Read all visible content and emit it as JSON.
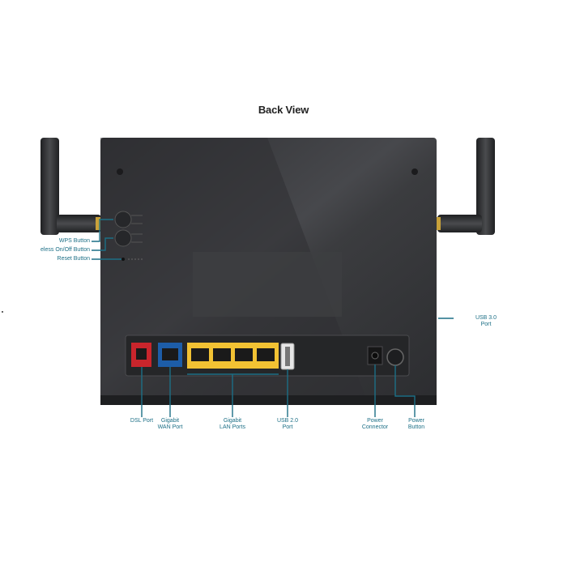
{
  "diagram": {
    "title": "Back View",
    "labels": {
      "wps": "WPS Button",
      "wireless": "eless On/Off Button",
      "reset": "Reset Button",
      "usb3_line1": "USB 3.0",
      "usb3_line2": "Port",
      "dsl_line1": "DSL Port",
      "wan_line1": "Gigabit",
      "wan_line2": "WAN Port",
      "lan_line1": "Gigabit",
      "lan_line2": "LAN Ports",
      "usb2_line1": "USB 2.0",
      "usb2_line2": "Port",
      "power_conn_line1": "Power",
      "power_conn_line2": "Connector",
      "power_btn_line1": "Power",
      "power_btn_line2": "Button"
    },
    "colors": {
      "body": "#3a3b3e",
      "callout": "#1c6f86",
      "dsl_port": "#c9252c",
      "wan_port": "#1d5da8",
      "lan_port": "#f2c233"
    }
  }
}
